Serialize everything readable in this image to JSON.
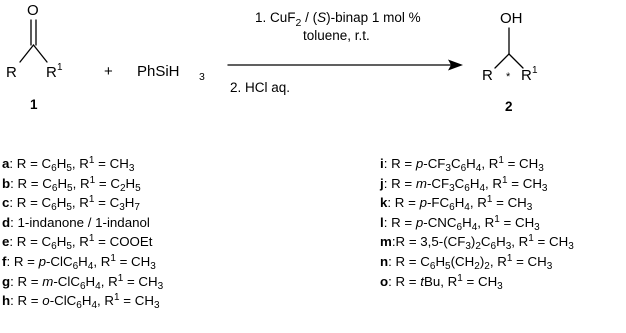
{
  "reactant_ketone": {
    "number": "1",
    "atoms": {
      "oxygen": "O",
      "r": "R",
      "r1": "R",
      "r1_sup": "1"
    }
  },
  "plus_sign": "+",
  "silane": {
    "base": "PhSiH",
    "subscript": "3"
  },
  "conditions": {
    "step1_line1_prefix": "1. CuF",
    "step1_line1_sub": "2",
    "step1_line1_mid": " / (",
    "step1_line1_italic": "S",
    "step1_line1_suffix": ")-binap 1 mol %",
    "step1_line2": "toluene, r.t.",
    "step2": "2. HCl aq."
  },
  "product_alcohol": {
    "number": "2",
    "atoms": {
      "oh": "OH",
      "r": "R",
      "r1": "R",
      "r1_sup": "1",
      "stereocenter": "*"
    }
  },
  "substrates_left": [
    {
      "label": "a",
      "parts": [
        ": R = C",
        "sub:6",
        "H",
        "sub:5",
        ", R",
        "sup:1",
        " = CH",
        "sub:3"
      ]
    },
    {
      "label": "b",
      "parts": [
        ": R = C",
        "sub:6",
        "H",
        "sub:5",
        ", R",
        "sup:1",
        " = C",
        "sub:2",
        "H",
        "sub:5"
      ]
    },
    {
      "label": "c",
      "parts": [
        ": R = C",
        "sub:6",
        "H",
        "sub:5",
        ", R",
        "sup:1",
        " = C",
        "sub:3",
        "H",
        "sub:7"
      ]
    },
    {
      "label": "d",
      "parts": [
        ": 1-indanone / 1-indanol"
      ]
    },
    {
      "label": "e",
      "parts": [
        ": R = C",
        "sub:6",
        "H",
        "sub:5",
        ", R",
        "sup:1",
        " = COOEt"
      ]
    },
    {
      "label": "f",
      "parts": [
        ": R = ",
        "it:p",
        "-ClC",
        "sub:6",
        "H",
        "sub:4",
        ", R",
        "sup:1",
        " = CH",
        "sub:3"
      ]
    },
    {
      "label": "g",
      "parts": [
        ": R = ",
        "it:m",
        "-ClC",
        "sub:6",
        "H",
        "sub:4",
        ", R",
        "sup:1",
        " = CH",
        "sub:3"
      ]
    },
    {
      "label": "h",
      "parts": [
        ": R = ",
        "it:o",
        "-ClC",
        "sub:6",
        "H",
        "sub:4",
        ", R",
        "sup:1",
        " = CH",
        "sub:3"
      ]
    }
  ],
  "substrates_right": [
    {
      "label": "i",
      "parts": [
        ": R = ",
        "it:p",
        "-CF",
        "sub:3",
        "C",
        "sub:6",
        "H",
        "sub:4",
        ", R",
        "sup:1",
        " = CH",
        "sub:3"
      ]
    },
    {
      "label": "j",
      "parts": [
        ": R = ",
        "it:m",
        "-CF",
        "sub:3",
        "C",
        "sub:6",
        "H",
        "sub:4",
        ", R",
        "sup:1",
        " = CH",
        "sub:3"
      ]
    },
    {
      "label": "k",
      "parts": [
        ": R = ",
        "it:p",
        "-FC",
        "sub:6",
        "H",
        "sub:4",
        ", R",
        "sup:1",
        " = CH",
        "sub:3"
      ]
    },
    {
      "label": "l",
      "parts": [
        ": R = ",
        "it:p",
        "-CNC",
        "sub:6",
        "H",
        "sub:4",
        ", R",
        "sup:1",
        " = CH",
        "sub:3"
      ]
    },
    {
      "label": "m",
      "parts": [
        ":R = 3,5-(CF",
        "sub:3",
        ")",
        "sub:2",
        "C",
        "sub:6",
        "H",
        "sub:3",
        ", R",
        "sup:1",
        " = CH",
        "sub:3"
      ]
    },
    {
      "label": "n",
      "parts": [
        ": R = C",
        "sub:6",
        "H",
        "sub:5",
        "(CH",
        "sub:2",
        ")",
        "sub:2",
        ", R",
        "sup:1",
        " = CH",
        "sub:3"
      ]
    },
    {
      "label": "o",
      "parts": [
        ": R = ",
        "it:t",
        "Bu, R",
        "sup:1",
        " = CH",
        "sub:3"
      ]
    }
  ]
}
